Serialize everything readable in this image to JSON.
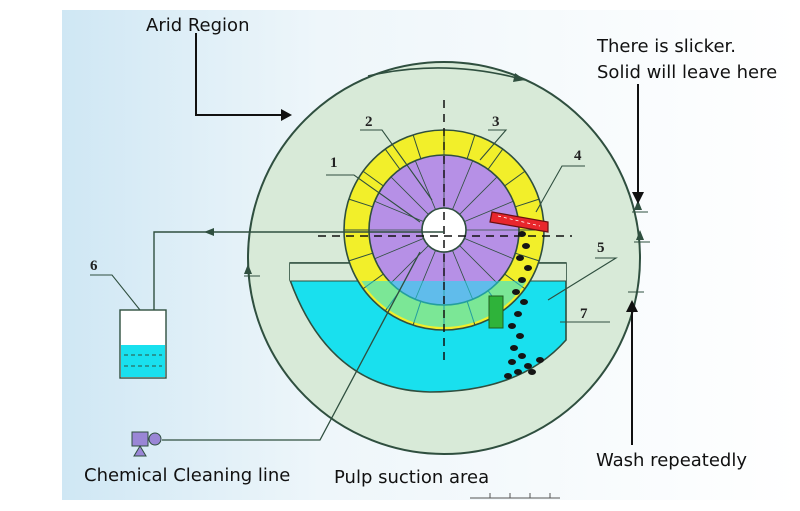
{
  "labels": {
    "arid_region": "Arid Region",
    "slicker_line1": "There is slicker.",
    "slicker_line2": "Solid will leave here",
    "wash": "Wash repeatedly",
    "chemical": "Chemical Cleaning line",
    "pulp": "Pulp suction area"
  },
  "parts": [
    "1",
    "2",
    "3",
    "4",
    "5",
    "6",
    "7"
  ],
  "colors": {
    "background_gradient_left": "#cfe7f4",
    "drum_fill": "#d8ead8",
    "outline": "#2f4f3f",
    "core_purple": "#b690e6",
    "ring_yellow": "#f2ef2a",
    "slurry_cyan": "#19e0ee",
    "scraper_red": "#e8262c",
    "green_block": "#2fb33a",
    "pump_purple": "#9a86d6"
  }
}
